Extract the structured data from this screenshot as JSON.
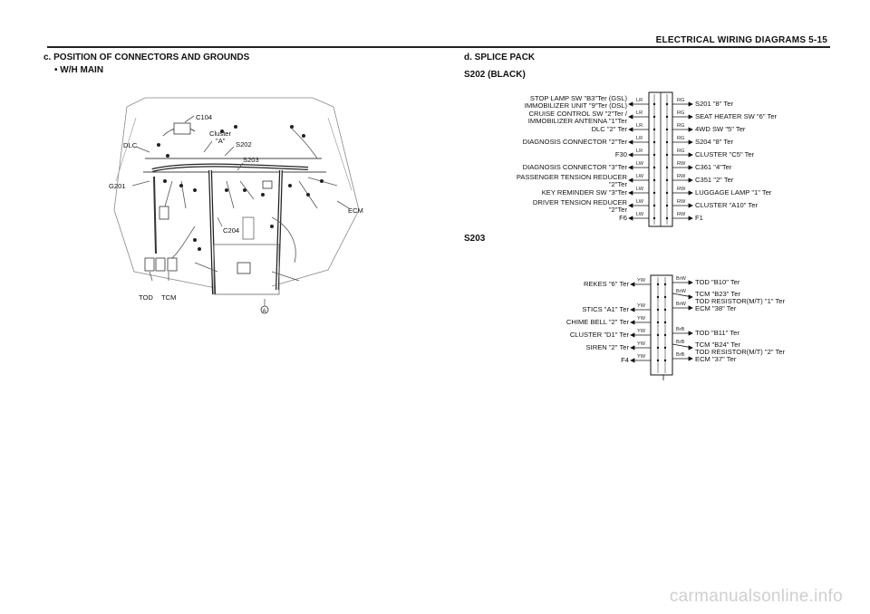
{
  "header": {
    "title": "ELECTRICAL WIRING DIAGRAMS  5-15"
  },
  "left": {
    "title": "c. POSITION OF CONNECTORS AND GROUNDS",
    "bullet": "• W/H MAIN",
    "labels": {
      "c104": "C104",
      "cluster_line1": "Cluster",
      "cluster_line2": "\"A\"",
      "dlc": "DLC",
      "s202": "S202",
      "s203": "S203",
      "g201": "G201",
      "ecm": "ECM",
      "c204": "C204",
      "tod": "TOD",
      "tcm": "TCM",
      "a_marker": "A"
    }
  },
  "right": {
    "title": "d. SPLICE PACK",
    "s202_title": "S202 (BLACK)",
    "s203_title": "S203",
    "s202_left": [
      "STOP LAMP SW \"B3\"Ter (GSL)",
      "IMMOBILIZER UNIT \"9\"Ter (DSL)",
      "CRUISE CONTROL SW \"2\"Ter /",
      "IMMOBILIZER ANTENNA \"1\"Ter",
      "DLC \"2\" Ter",
      "DIAGNOSIS CONNECTOR \"2\"Ter",
      "F30",
      "DIAGNOSIS CONNECTOR \"3\"Ter",
      "PASSENGER TENSION REDUCER",
      "\"2\"Ter",
      "KEY REMINDER SW \"3\"Ter",
      "DRIVER TENSION REDUCER",
      "\"2\"Ter",
      "F6"
    ],
    "s202_right": [
      "S201 \"8\" Ter",
      "SEAT HEATER SW \"6\" Ter",
      "4WD SW \"5\" Ter",
      "S204 \"8\" Ter",
      "CLUSTER \"C5\" Ter",
      "C361 \"4\"Ter",
      "C351 \"2\" Ter",
      "LUGGAGE LAMP \"1\" Ter",
      "CLUSTER \"A10\" Ter",
      "F1"
    ],
    "s202_left_colors": [
      "LR",
      "LR",
      "LR",
      "LR",
      "LR",
      "LW",
      "LW",
      "LW",
      "LW",
      "LW"
    ],
    "s202_right_colors": [
      "RG",
      "RG",
      "RG",
      "RG",
      "RG",
      "RW",
      "RW",
      "RW",
      "RW",
      "RW"
    ],
    "s203_left": [
      "REKES \"6\" Ter",
      "STICS \"A1\" Ter",
      "CHIME BELL \"2\" Ter",
      "CLUSTER \"D1\" Ter",
      "SIREN \"2\" Ter",
      "F4"
    ],
    "s203_right": [
      "TOD \"B10\" Ter",
      "TCM \"B23\" Ter",
      "TOD RESISTOR(M/T) \"1\" Ter",
      "ECM \"38\" Ter",
      "TOD \"B11\" Ter",
      "TCM \"B24\" Ter",
      "TOD RESISTOR(M/T) \"2\" Ter",
      "ECM \"37\" Ter"
    ],
    "s203_left_colors": [
      "YW",
      "YW",
      "YW",
      "YW",
      "YW",
      "YW"
    ],
    "s203_right_colors": [
      "BrW",
      "BrW",
      "BrW",
      "BrB",
      "BrB",
      "BrB"
    ]
  },
  "watermark": "carmanualsonline.info"
}
